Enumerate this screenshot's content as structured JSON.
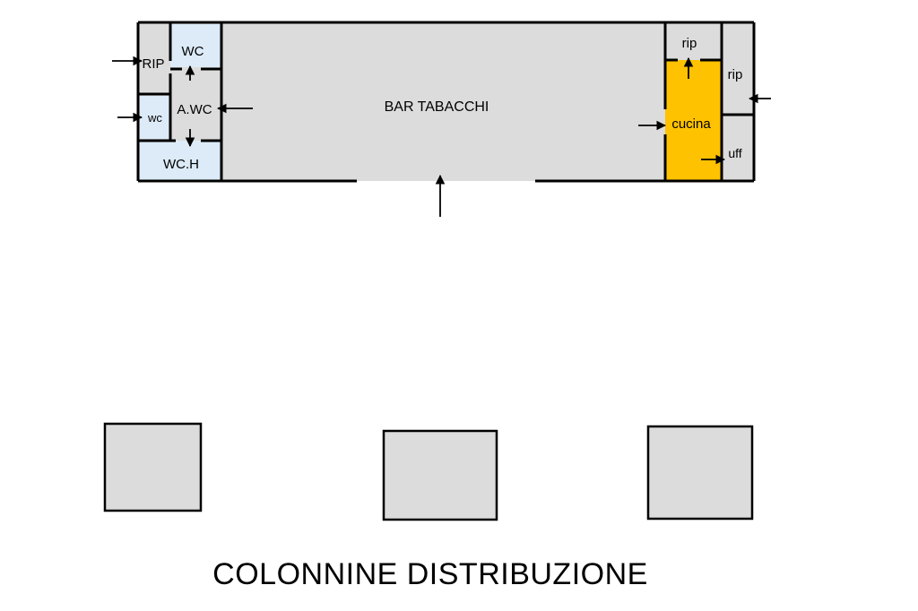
{
  "rooms": {
    "main": "BAR TABACCHI",
    "rip_left": "RIP",
    "wc_top": "WC",
    "wc_small": "wc",
    "antiwc": "A.WC",
    "wch": "WC.H",
    "rip_right_top": "rip",
    "rip_right": "rip",
    "kitchen": "cucina",
    "office": "uff"
  },
  "colors": {
    "room_fill": "#dcdcdc",
    "wc_fill": "#dcebf7",
    "kitchen_fill": "#ffc200",
    "wall": "#000000"
  },
  "columns_label": "COLONNINE DISTRIBUZIONE"
}
